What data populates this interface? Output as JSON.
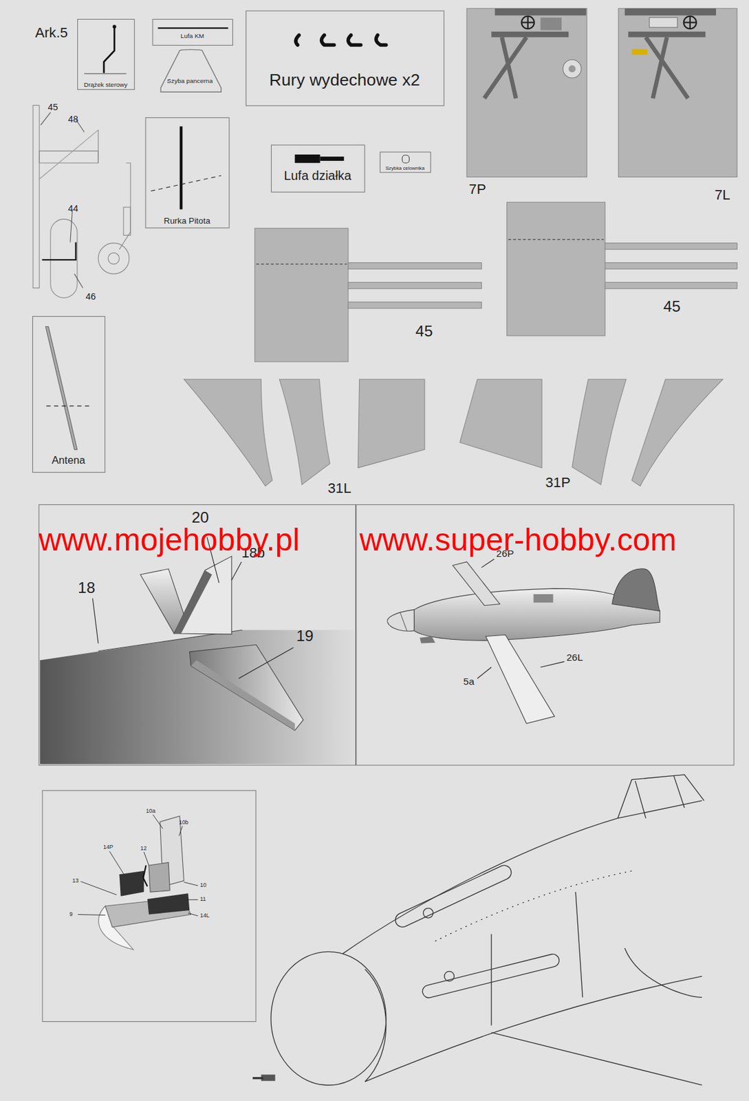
{
  "diagram": {
    "nodes": [
      {
        "text": [
          "Drążek sterowy"
        ]
      },
      {
        "text": [
          "Lufa KM"
        ]
      },
      {
        "text": [
          "Rury wydechowe x2"
        ]
      },
      {
        "text": [
          "Szyba pancerna"
        ]
      },
      {
        "text": [
          "Rurka Pitota"
        ]
      },
      {
        "text": [
          "Lufa działka"
        ]
      },
      {
        "text": [
          "Szybka celownika"
        ]
      },
      {
        "text": [
          "Antena"
        ]
      },
      {
        "text": [
          "20",
          "18b",
          "18",
          "19"
        ]
      },
      {
        "text": [
          "26P",
          "26L",
          "5a"
        ]
      },
      {
        "text": [
          "10a",
          "10b",
          "14P",
          "12",
          "13",
          "10",
          "11",
          "9",
          "14L"
        ]
      }
    ],
    "labels": [
      "Ark.5",
      "45",
      "48",
      "44",
      "46",
      "7P",
      "7L",
      "45",
      "45",
      "31L",
      "31P",
      "www.mojehobby.pl",
      "www.super-hobby.com"
    ]
  }
}
